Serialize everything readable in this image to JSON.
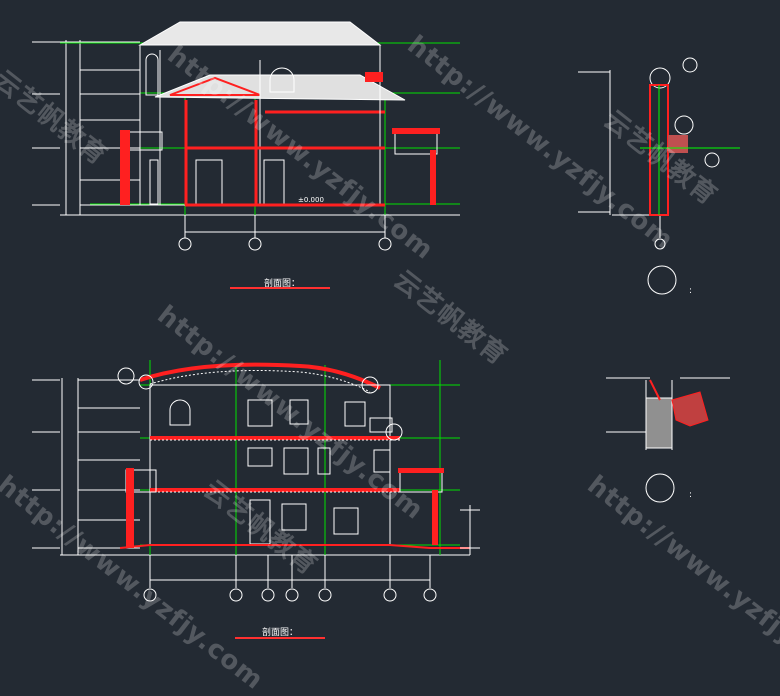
{
  "drawing": {
    "section_title_top": "剖面图：",
    "section_title_bottom": "剖面图：",
    "detail_colon_top": ":",
    "detail_colon_bottom": ":",
    "level_note": "±0.000"
  },
  "watermark": {
    "url": "http://www.yzfjy.com",
    "brand": "云艺帆教育"
  },
  "colors": {
    "background": "#232a33",
    "line_white": "#ffffff",
    "line_green": "#00ff00",
    "line_red": "#ff2020",
    "hatch_pink": "#ff8080"
  }
}
